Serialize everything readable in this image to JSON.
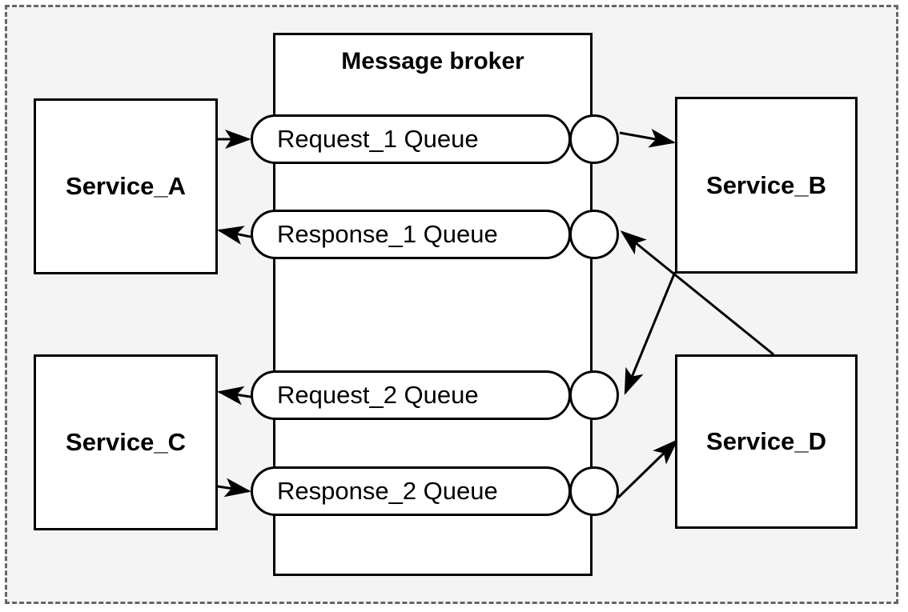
{
  "diagram": {
    "title": "Message broker request-response queues",
    "type": "architecture-diagram",
    "background_color": "#f4f4f4",
    "border_color": "#666666",
    "stroke_color": "#000000",
    "fill_color": "#ffffff"
  },
  "broker": {
    "label": "Message broker",
    "queues": [
      {
        "id": "request_1",
        "label": "Request_1 Queue"
      },
      {
        "id": "response_1",
        "label": "Response_1 Queue"
      },
      {
        "id": "request_2",
        "label": "Request_2 Queue"
      },
      {
        "id": "response_2",
        "label": "Response_2 Queue"
      }
    ]
  },
  "services": [
    {
      "id": "service_a",
      "label": "Service_A"
    },
    {
      "id": "service_b",
      "label": "Service_B"
    },
    {
      "id": "service_c",
      "label": "Service_C"
    },
    {
      "id": "service_d",
      "label": "Service_D"
    }
  ],
  "connections": [
    {
      "from": "service_a",
      "to": "request_1",
      "direction": "out"
    },
    {
      "from": "request_1",
      "to": "service_b",
      "direction": "out"
    },
    {
      "from": "service_b",
      "to": "request_2",
      "direction": "out"
    },
    {
      "from": "response_1",
      "to": "service_a",
      "direction": "out"
    },
    {
      "from": "service_d",
      "to": "response_1",
      "direction": "out"
    },
    {
      "from": "request_2",
      "to": "service_c",
      "direction": "out"
    },
    {
      "from": "service_c",
      "to": "response_2",
      "direction": "out"
    },
    {
      "from": "response_2",
      "to": "service_d",
      "direction": "out"
    }
  ]
}
